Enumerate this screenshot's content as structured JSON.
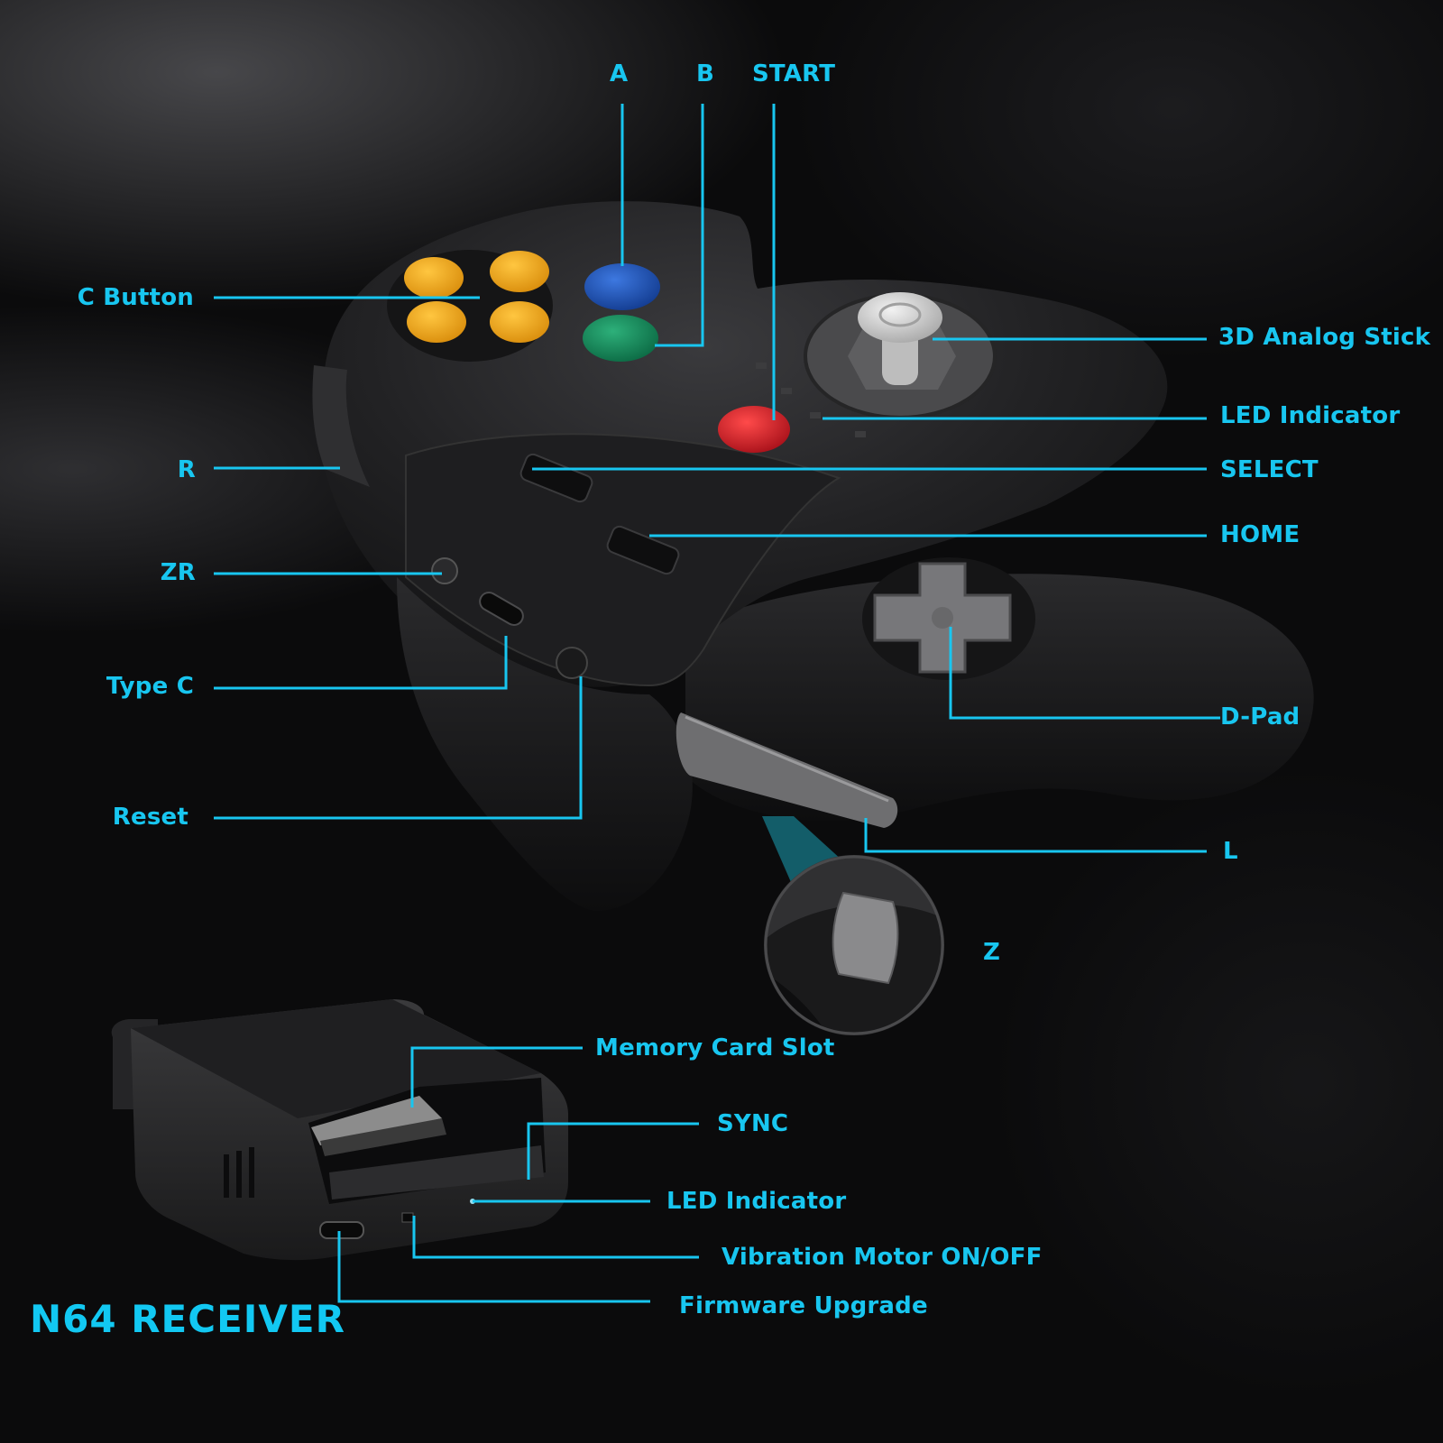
{
  "labels": {
    "a": "A",
    "b": "B",
    "start": "START",
    "c_button": "C Button",
    "analog_stick": "3D Analog Stick",
    "led_indicator": "LED Indicator",
    "select": "SELECT",
    "home": "HOME",
    "r": "R",
    "zr": "ZR",
    "type_c": "Type C",
    "reset": "Reset",
    "dpad": "D-Pad",
    "l": "L",
    "z": "Z"
  },
  "receiver": {
    "title": "N64 RECEIVER",
    "memory_card_slot": "Memory Card Slot",
    "sync": "SYNC",
    "led_indicator": "LED Indicator",
    "vibration_motor": "Vibration Motor ON/OFF",
    "firmware_upgrade": "Firmware Upgrade"
  },
  "colors": {
    "label": "#18c6f0",
    "button_a": "#1a4fb8",
    "button_b": "#13875a",
    "button_start": "#d61f26",
    "button_c": "#f2a81d",
    "controller_body": "#1c1c1e",
    "stick": "#d8d8d8"
  },
  "icons": [
    "controller-illustration",
    "receiver-illustration",
    "z-trigger-closeup"
  ]
}
